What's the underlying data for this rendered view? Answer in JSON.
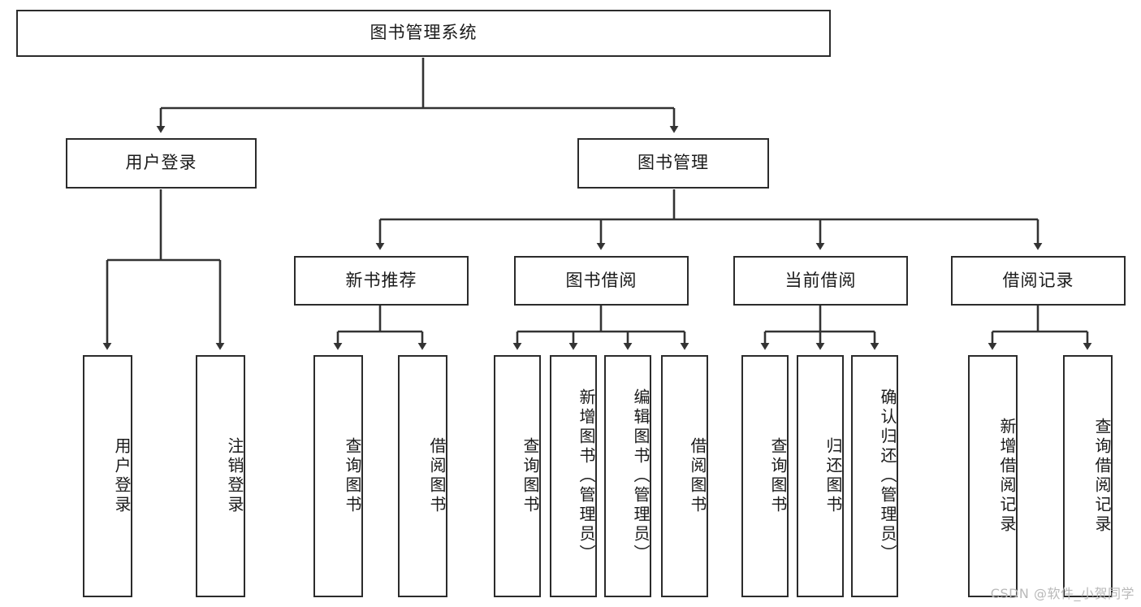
{
  "diagram": {
    "title": "图书管理系统",
    "type": "tree-hierarchy-diagram",
    "watermark": "CSDN @软件_小贺同学",
    "colors": {
      "border": "#2b2b2b",
      "background": "#ffffff",
      "text": "#1a1a1a",
      "edge": "#333333",
      "watermark": "#b9b9b9"
    },
    "root": {
      "label": "图书管理系统"
    },
    "level2": [
      {
        "id": "user-login",
        "label": "用户登录"
      },
      {
        "id": "book-manage",
        "label": "图书管理"
      }
    ],
    "level3": [
      {
        "id": "new-book-recommend",
        "label": "新书推荐"
      },
      {
        "id": "book-borrow",
        "label": "图书借阅"
      },
      {
        "id": "current-borrow",
        "label": "当前借阅"
      },
      {
        "id": "borrow-record",
        "label": "借阅记录"
      }
    ],
    "leaves": {
      "user_login": [
        {
          "id": "leaf-user-login",
          "label": "用户登录"
        },
        {
          "id": "leaf-logout",
          "label": "注销登录"
        }
      ],
      "new_book_recommend": [
        {
          "id": "leaf-query-book-1",
          "label": "查询图书"
        },
        {
          "id": "leaf-borrow-book-1",
          "label": "借阅图书"
        }
      ],
      "book_borrow": [
        {
          "id": "leaf-query-book-2",
          "label": "查询图书"
        },
        {
          "id": "leaf-add-book",
          "label": "新增图书（管理员）"
        },
        {
          "id": "leaf-edit-book",
          "label": "编辑图书（管理员）"
        },
        {
          "id": "leaf-borrow-book-2",
          "label": "借阅图书"
        }
      ],
      "current_borrow": [
        {
          "id": "leaf-query-book-3",
          "label": "查询图书"
        },
        {
          "id": "leaf-return-book",
          "label": "归还图书"
        },
        {
          "id": "leaf-confirm-return",
          "label": "确认归还（管理员）"
        }
      ],
      "borrow_record": [
        {
          "id": "leaf-add-record",
          "label": "新增借阅记录"
        },
        {
          "id": "leaf-query-record",
          "label": "查询借阅记录"
        }
      ]
    }
  }
}
